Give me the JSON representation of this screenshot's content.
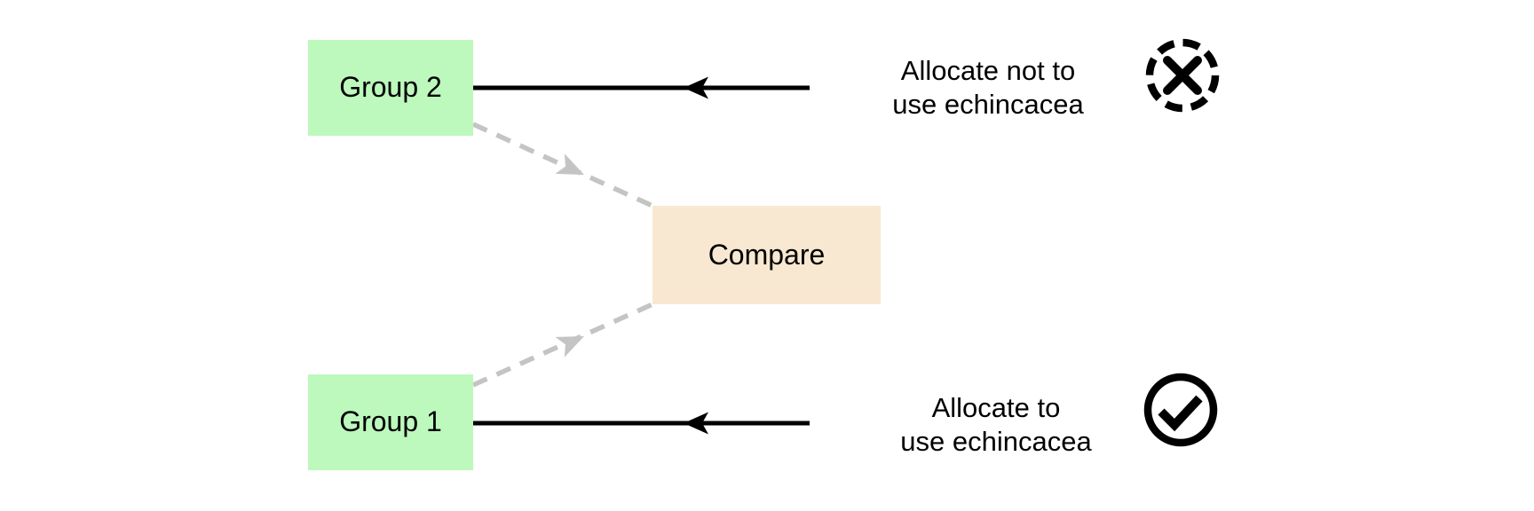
{
  "nodes": {
    "group2": {
      "label": "Group 2"
    },
    "group1": {
      "label": "Group 1"
    },
    "compare": {
      "label": "Compare"
    }
  },
  "annotations": {
    "not_use": {
      "line1": "Allocate not to",
      "line2": "use echincacea"
    },
    "use": {
      "line1": "Allocate to",
      "line2": "use echincacea"
    }
  },
  "icons": {
    "not_use": "cross-circle-dashed-icon",
    "use": "check-circle-icon"
  },
  "colors": {
    "background": "#ffffff",
    "group_fill": "#bdf8bd",
    "compare_fill": "#f8e8d1",
    "connector_dashed": "#c4c4c4",
    "arrow": "#000000",
    "text": "#000000"
  }
}
